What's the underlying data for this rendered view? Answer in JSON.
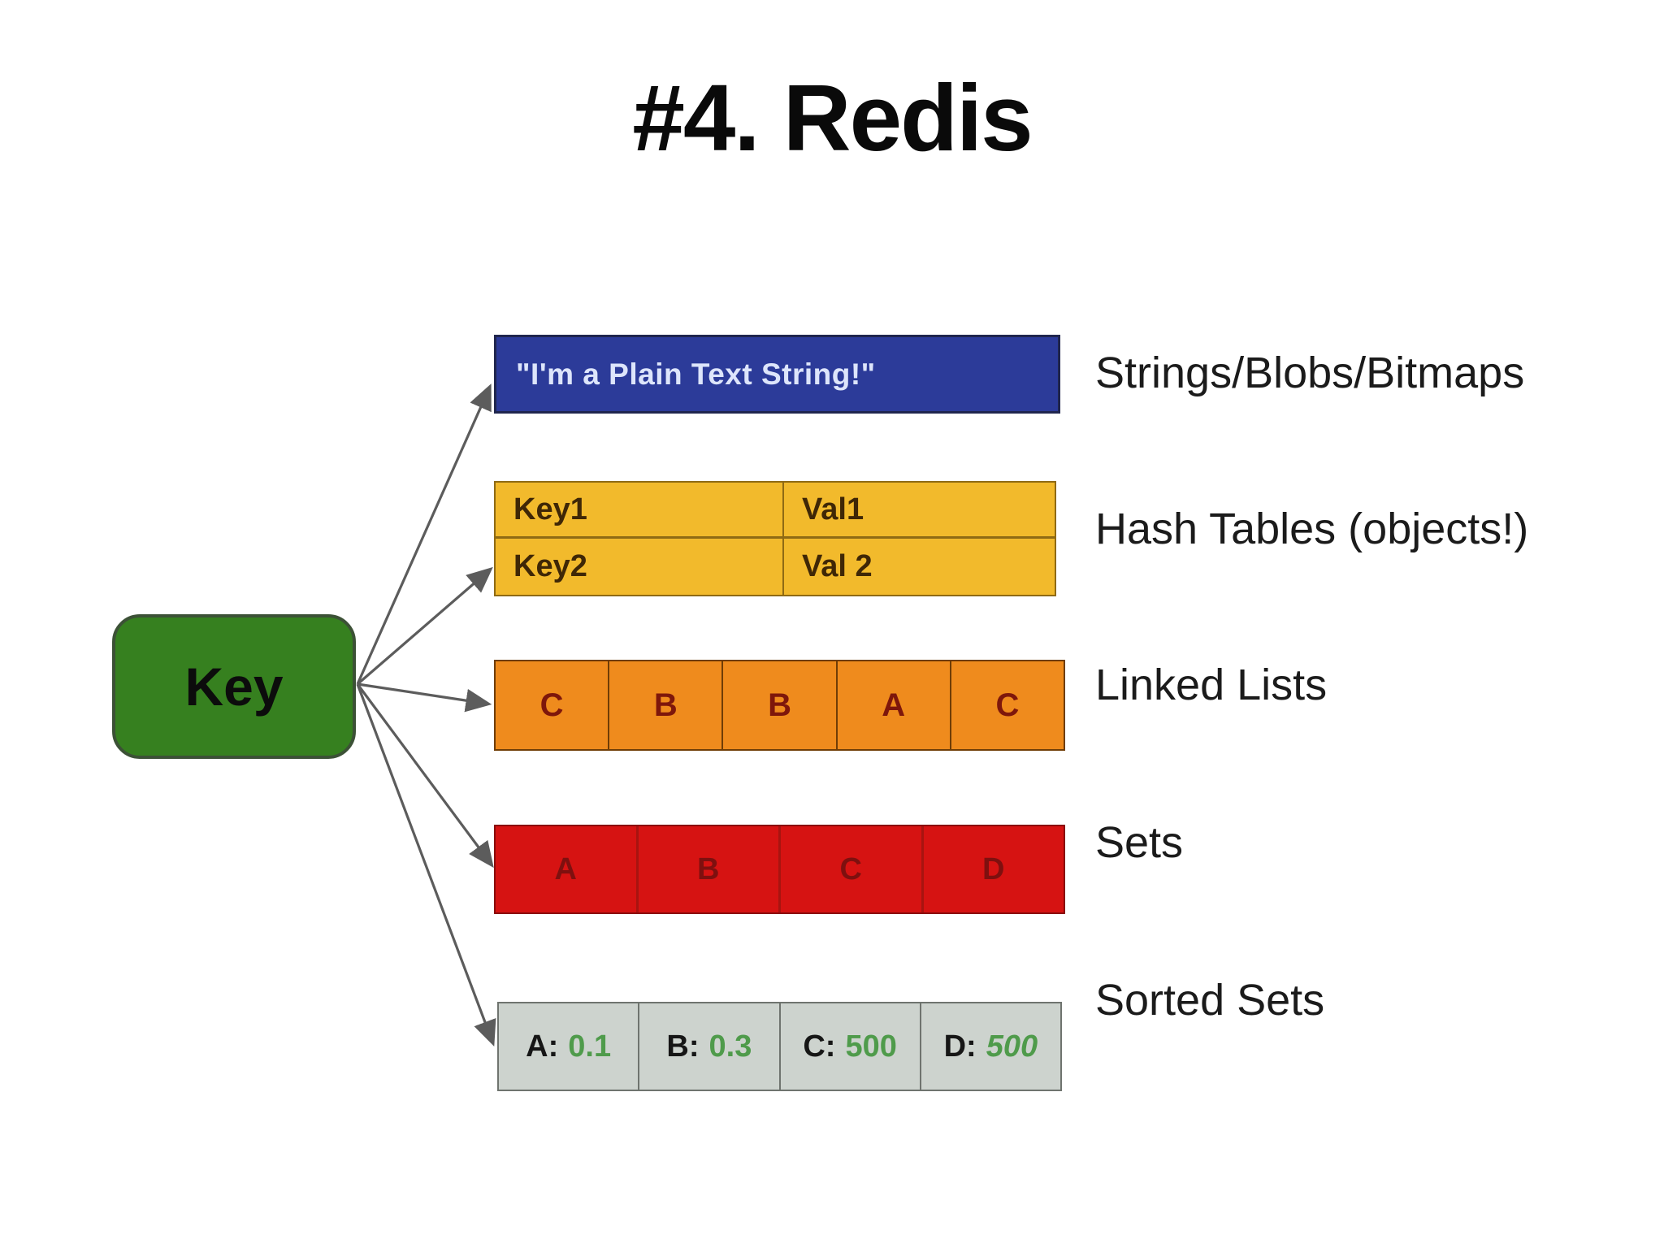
{
  "slide": {
    "title": "#4. Redis",
    "background": "#ffffff"
  },
  "key_node": {
    "label": "Key",
    "fill_color": "#36801f"
  },
  "arrow_color": "#5c5c5c",
  "structures": {
    "strings": {
      "box_text": "\"I'm a Plain Text String!\"",
      "label": "Strings/Blobs/Bitmaps",
      "fill_color": "#2c3b99",
      "text_color": "#dde5fb"
    },
    "hash": {
      "label": "Hash Tables (objects!)",
      "fill_color": "#f2ba2c",
      "rows": [
        {
          "key": "Key1",
          "val": "Val1"
        },
        {
          "key": "Key2",
          "val": "Val 2"
        }
      ]
    },
    "list": {
      "label": "Linked Lists",
      "fill_color": "#ef8b1d",
      "cells": [
        "C",
        "B",
        "B",
        "A",
        "C"
      ]
    },
    "set": {
      "label": "Sets",
      "fill_color": "#d61312",
      "cells": [
        "A",
        "B",
        "C",
        "D"
      ]
    },
    "zset": {
      "label": "Sorted Sets",
      "fill_color": "#cdd3ce",
      "score_color": "#4f9b4b",
      "cells": [
        {
          "member": "A:",
          "score": "0.1"
        },
        {
          "member": "B:",
          "score": "0.3"
        },
        {
          "member": "C:",
          "score": "500"
        },
        {
          "member": "D:",
          "score": "500"
        }
      ]
    }
  }
}
